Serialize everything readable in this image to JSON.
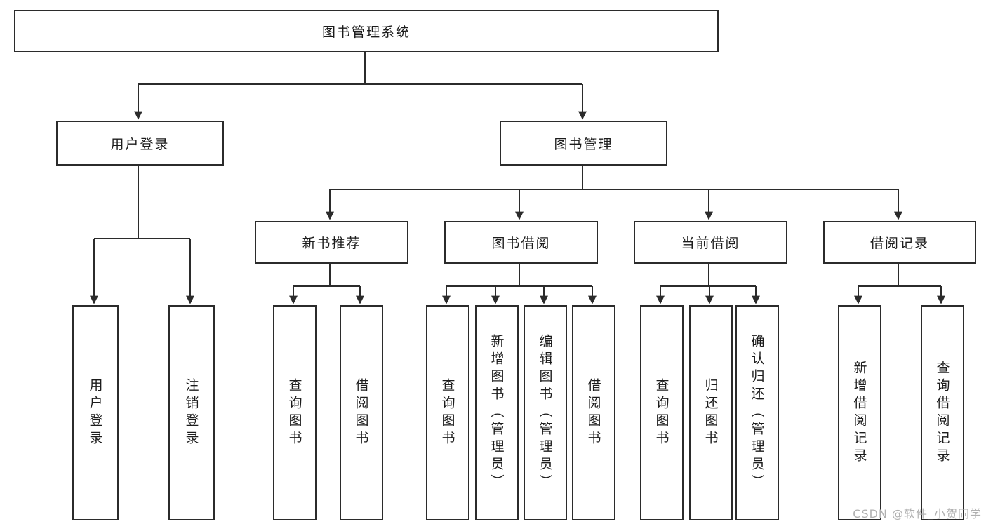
{
  "root": {
    "label": "图书管理系统"
  },
  "user_login": {
    "label": "用户登录",
    "children": [
      {
        "label": "用户登录"
      },
      {
        "label": "注销登录"
      }
    ]
  },
  "book_mgmt": {
    "label": "图书管理",
    "groups": [
      {
        "label": "新书推荐",
        "children": [
          {
            "label": "查询图书"
          },
          {
            "label": "借阅图书"
          }
        ]
      },
      {
        "label": "图书借阅",
        "children": [
          {
            "label": "查询图书"
          },
          {
            "label": "新增图书（管理员）"
          },
          {
            "label": "编辑图书（管理员）"
          },
          {
            "label": "借阅图书"
          }
        ]
      },
      {
        "label": "当前借阅",
        "children": [
          {
            "label": "查询图书"
          },
          {
            "label": "归还图书"
          },
          {
            "label": "确认归还（管理员）"
          }
        ]
      },
      {
        "label": "借阅记录",
        "children": [
          {
            "label": "新增借阅记录"
          },
          {
            "label": "查询借阅记录"
          }
        ]
      }
    ]
  },
  "watermark": "CSDN @软件_小贺同学"
}
